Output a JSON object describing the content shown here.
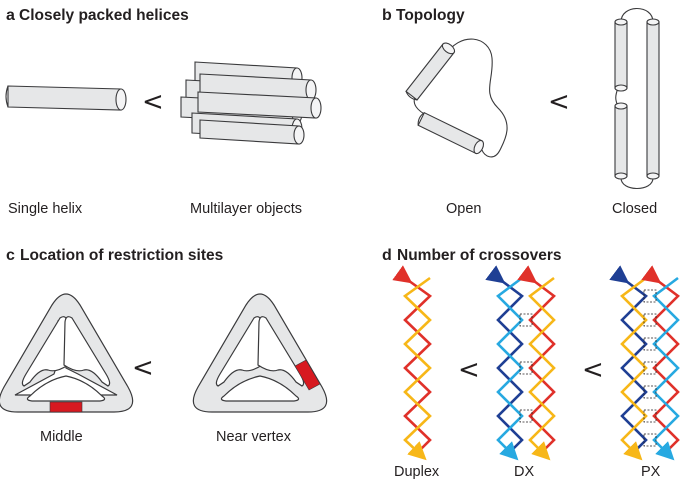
{
  "panels": {
    "a": {
      "letter": "a",
      "title": "Closely packed helices",
      "left_caption": "Single helix",
      "right_caption": "Multilayer objects",
      "comparator": "<"
    },
    "b": {
      "letter": "b",
      "title": "Topology",
      "left_caption": "Open",
      "right_caption": "Closed",
      "comparator": "<"
    },
    "c": {
      "letter": "c",
      "title": "Location of restriction sites",
      "left_caption": "Middle",
      "right_caption": "Near vertex",
      "comparator": "<"
    },
    "d": {
      "letter": "d",
      "title": "Number of crossovers",
      "captions": [
        "Duplex",
        "DX",
        "PX"
      ],
      "comparator": "<"
    }
  },
  "colors": {
    "helix_fill": "#e6e7e8",
    "outline": "#3a3a3c",
    "restriction_site": "#d71920",
    "strand_red": "#e0312a",
    "strand_yellow": "#f7b718",
    "strand_dark_blue": "#1f3f94",
    "strand_light_blue": "#27a9e1"
  }
}
